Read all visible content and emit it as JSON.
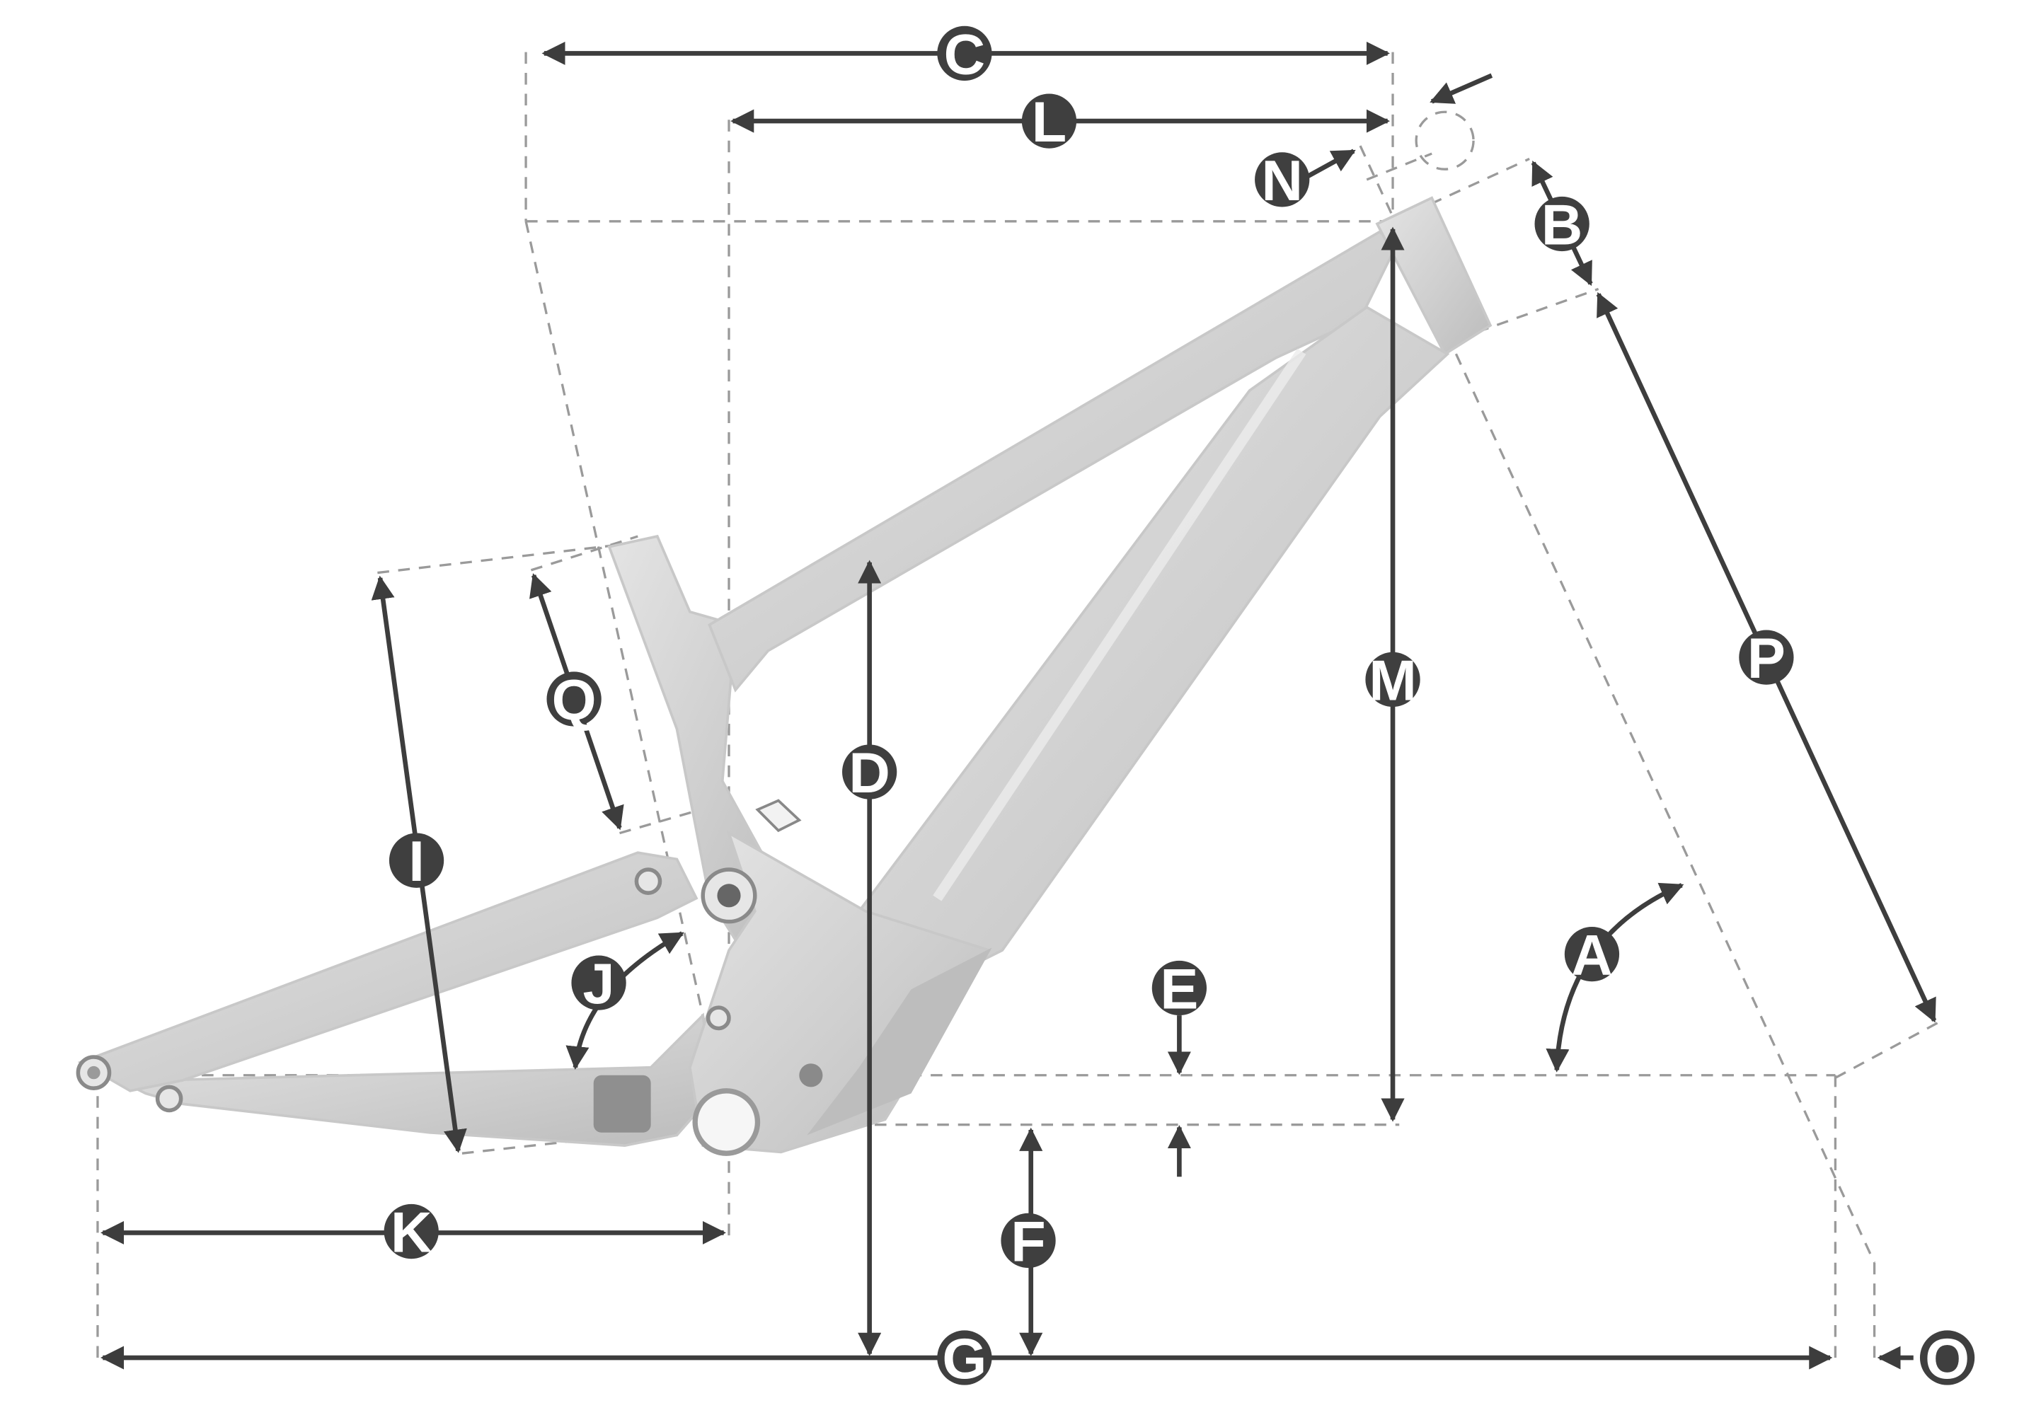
{
  "diagram": {
    "labels": {
      "A": "A",
      "B": "B",
      "C": "C",
      "D": "D",
      "E": "E",
      "F": "F",
      "G": "G",
      "I": "I",
      "J": "J",
      "K": "K",
      "L": "L",
      "M": "M",
      "N": "N",
      "O": "O",
      "P": "P",
      "Q": "Q"
    }
  },
  "colors": {
    "dimension_line": "#3d3d3d",
    "guide_line": "#9a9a9a",
    "badge": "#3f3f3f",
    "frame_light": "#d9d9d9",
    "frame_dark": "#a9a9a9"
  }
}
